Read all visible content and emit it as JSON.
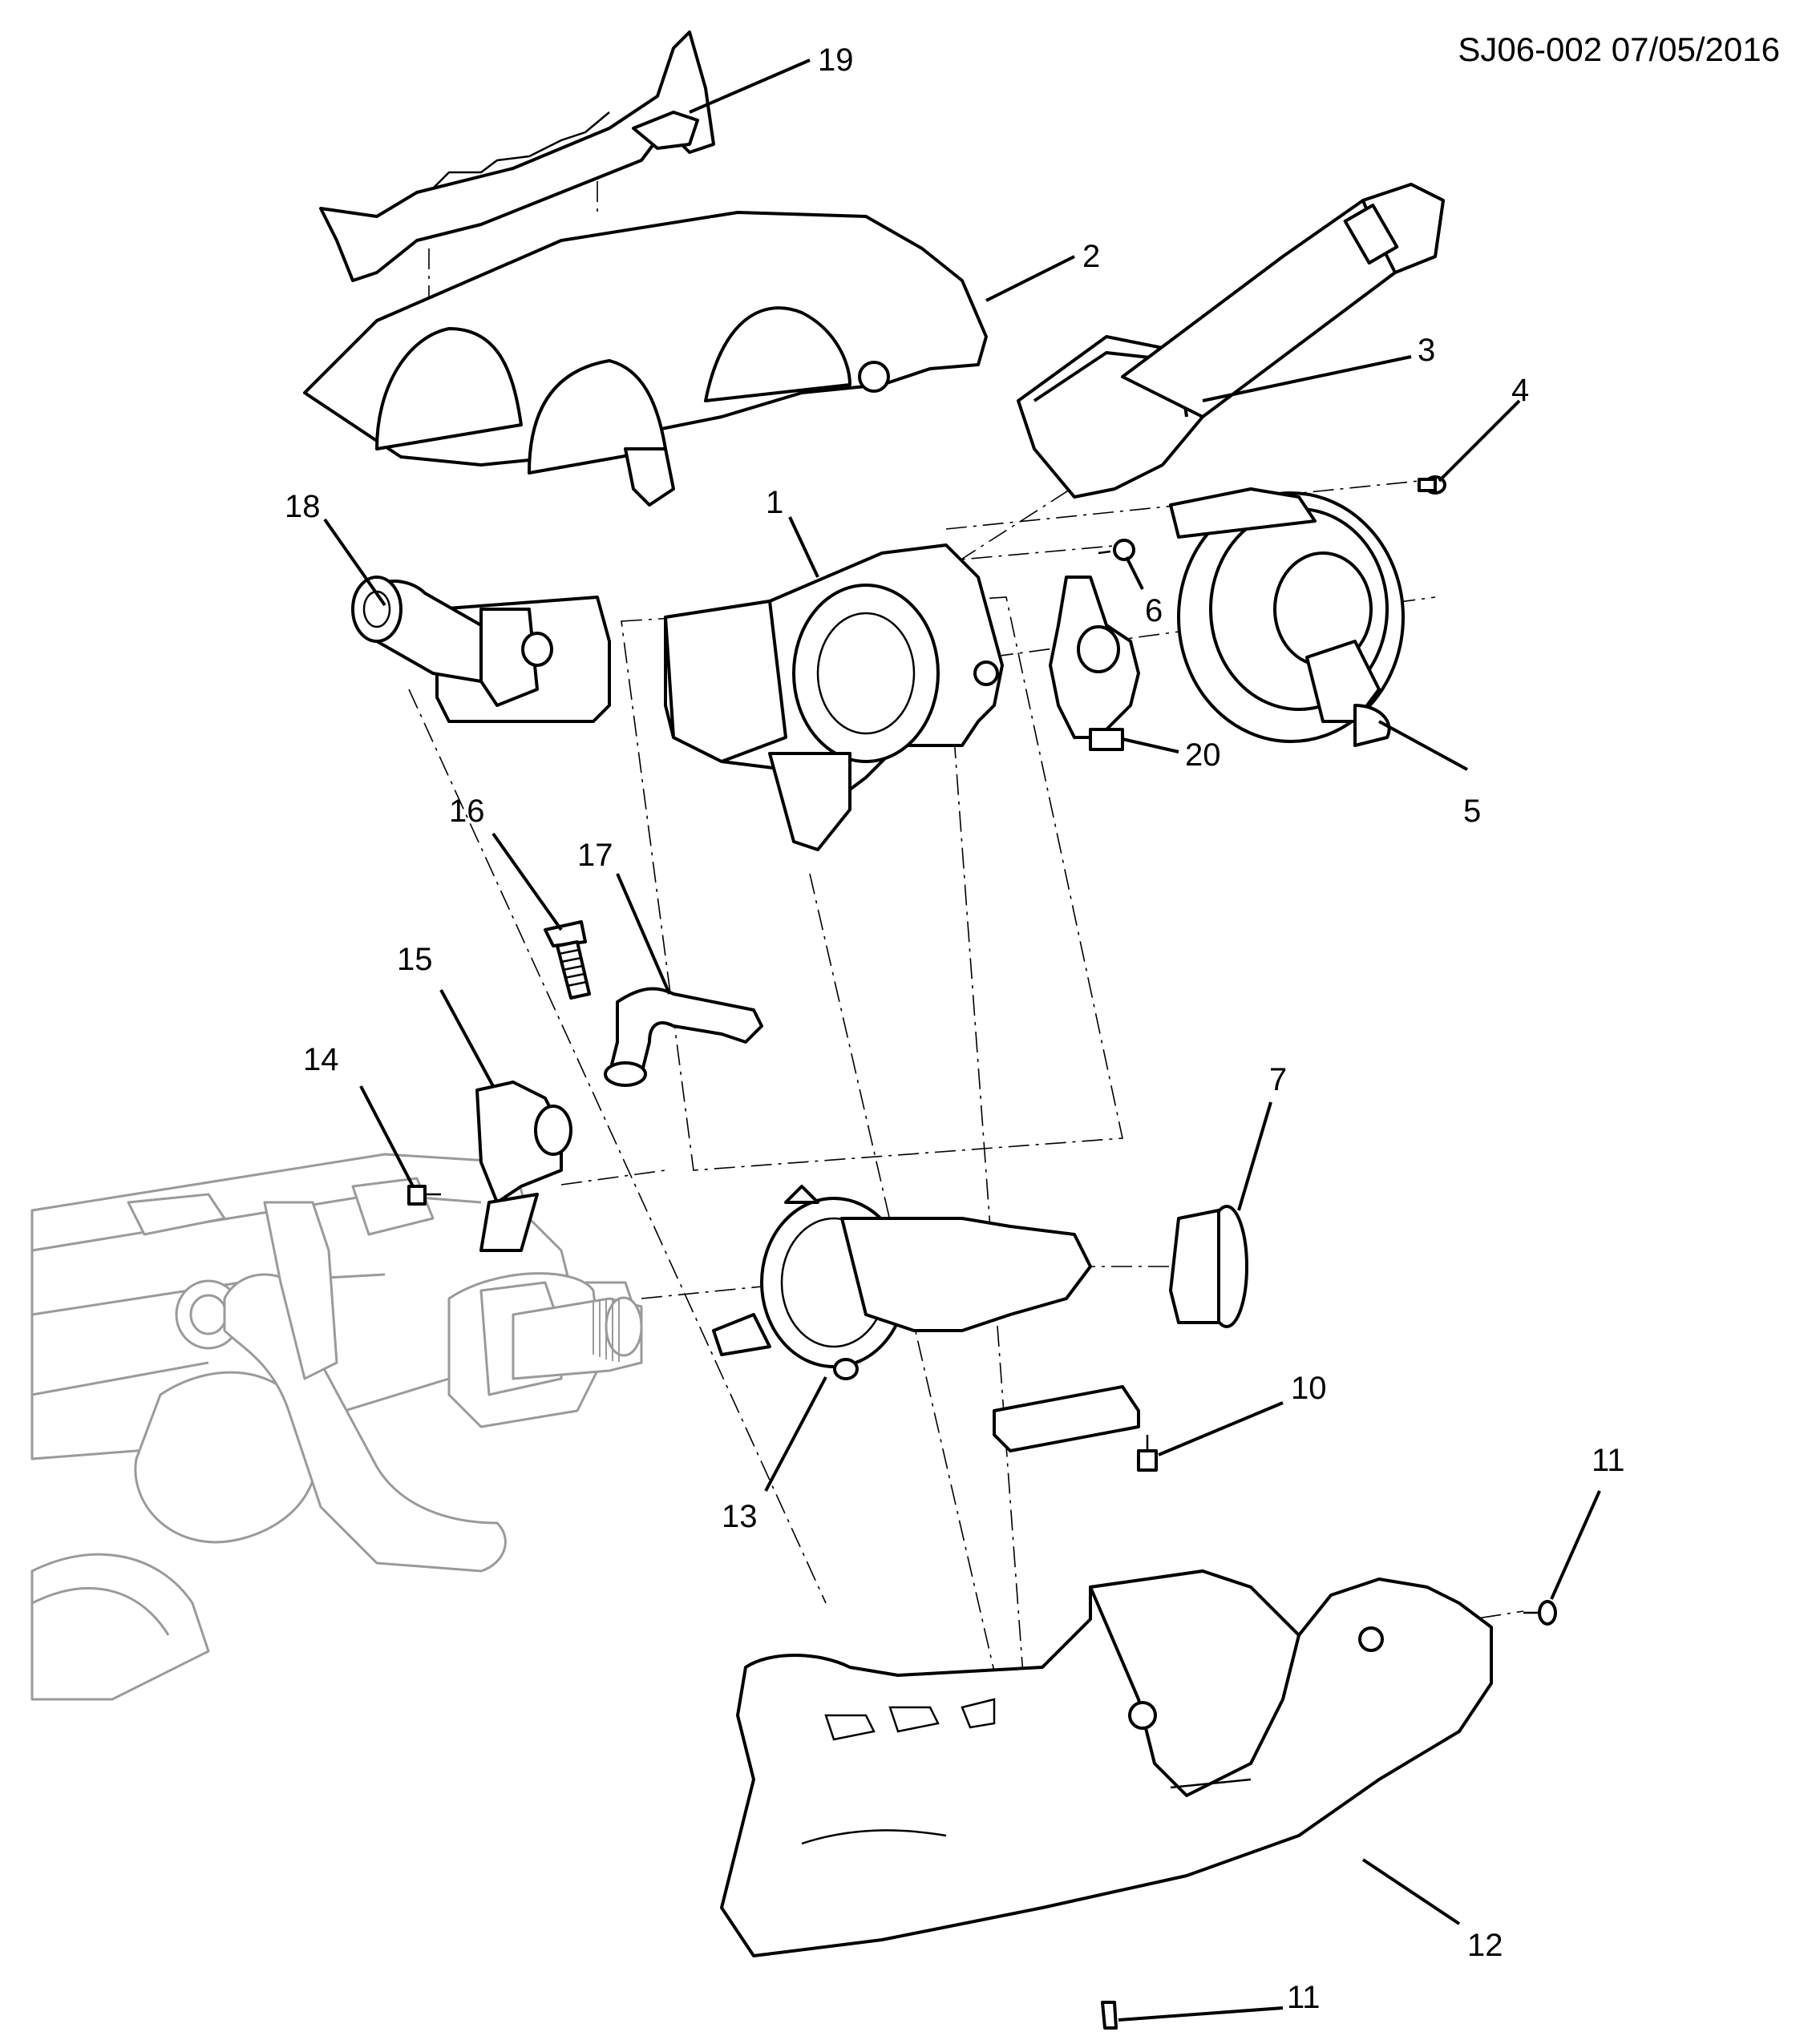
{
  "header": {
    "reference": "SJ06-002 07/05/2016"
  },
  "callouts": [
    {
      "id": "c19",
      "label": "19"
    },
    {
      "id": "c2",
      "label": "2"
    },
    {
      "id": "c3",
      "label": "3"
    },
    {
      "id": "c4",
      "label": "4"
    },
    {
      "id": "c18",
      "label": "18"
    },
    {
      "id": "c1",
      "label": "1"
    },
    {
      "id": "c6",
      "label": "6"
    },
    {
      "id": "c20",
      "label": "20"
    },
    {
      "id": "c5",
      "label": "5"
    },
    {
      "id": "c16",
      "label": "16"
    },
    {
      "id": "c17",
      "label": "17"
    },
    {
      "id": "c15",
      "label": "15"
    },
    {
      "id": "c14",
      "label": "14"
    },
    {
      "id": "c7",
      "label": "7"
    },
    {
      "id": "c10",
      "label": "10"
    },
    {
      "id": "c13",
      "label": "13"
    },
    {
      "id": "c11a",
      "label": "11"
    },
    {
      "id": "c12",
      "label": "12"
    },
    {
      "id": "c11b",
      "label": "11"
    }
  ]
}
